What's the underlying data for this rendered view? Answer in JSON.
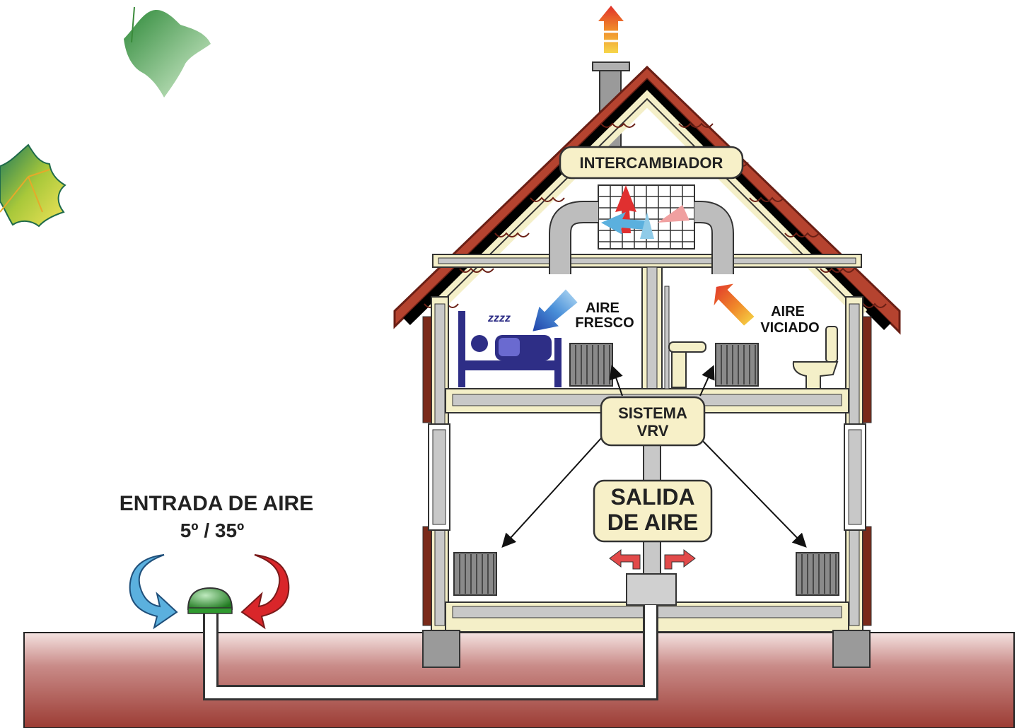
{
  "colors": {
    "ground_top": "#a5504d",
    "ground_bottom": "#c87d7a",
    "roof_tile": "#b5432f",
    "wall_fill": "#c8c8c8",
    "floor_fill": "#f4efc8",
    "label_bg": "#f7f0c8",
    "pipe": "#ffffff",
    "warm_arrow": "#d9262a",
    "cool_arrow": "#5bb0de",
    "bed_color": "#2e2e86",
    "cap_green": "#2f9a2f",
    "leaf_green": "#4aa04a",
    "leaf_yellow": "#c4d64a"
  },
  "icons": [
    "leaf-icon",
    "maple-leaf-icon",
    "exhaust-arrow-icon",
    "heat-exchanger-grid-icon",
    "bed-icon",
    "radiator-icon",
    "sink-icon",
    "toilet-icon",
    "intake-cap-icon",
    "curved-arrow-icon"
  ],
  "labels": {
    "intercambiador": "INTERCAMBIADOR",
    "aire_fresco_line1": "AIRE",
    "aire_fresco_line2": "FRESCO",
    "aire_viciado_line1": "AIRE",
    "aire_viciado_line2": "VICIADO",
    "sistema_line1": "SISTEMA",
    "sistema_line2": "VRV",
    "salida_line1": "SALIDA",
    "salida_line2": "DE AIRE",
    "entrada_line1": "ENTRADA DE AIRE",
    "entrada_line2": "5º / 35º",
    "sleep_text": "zzzz"
  }
}
